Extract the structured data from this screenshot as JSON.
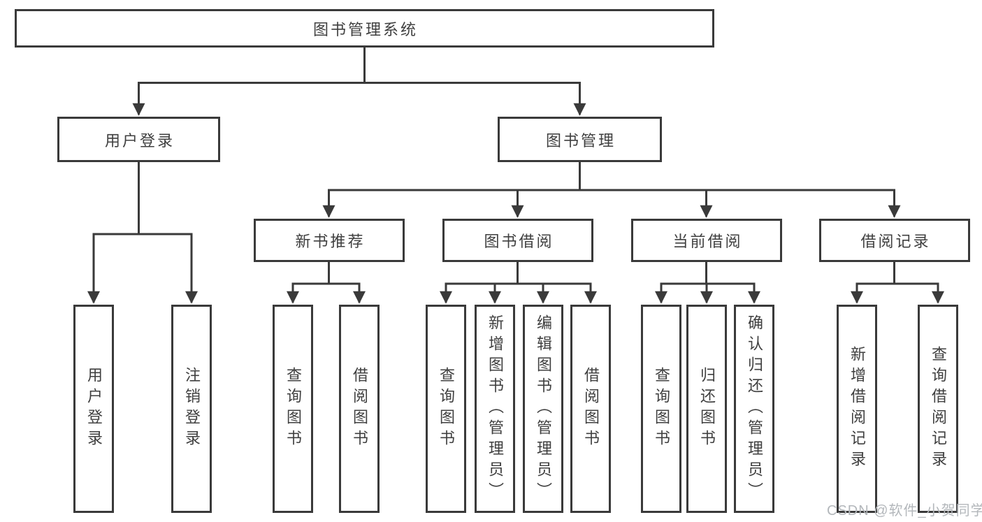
{
  "diagram_type": "hierarchy-tree",
  "colors": {
    "background": "#ffffff",
    "line": "#3a3a3a",
    "box_border": "#3a3a3a",
    "text": "#3f3f3f",
    "watermark_text": "#b3b7bb"
  },
  "tree": {
    "root": {
      "label": "图书管理系统"
    },
    "branches": [
      {
        "label": "用户登录",
        "children": [
          {
            "label": "用户登录"
          },
          {
            "label": "注销登录"
          }
        ]
      },
      {
        "label": "图书管理",
        "sections": [
          {
            "label": "新书推荐",
            "children": [
              {
                "label": "查询图书"
              },
              {
                "label": "借阅图书"
              }
            ]
          },
          {
            "label": "图书借阅",
            "children": [
              {
                "label": "查询图书"
              },
              {
                "label": "新增图书（管理员）"
              },
              {
                "label": "编辑图书（管理员）"
              },
              {
                "label": "借阅图书"
              }
            ]
          },
          {
            "label": "当前借阅",
            "children": [
              {
                "label": "查询图书"
              },
              {
                "label": "归还图书"
              },
              {
                "label": "确认归还（管理员）"
              }
            ]
          },
          {
            "label": "借阅记录",
            "children": [
              {
                "label": "新增借阅记录"
              },
              {
                "label": "查询借阅记录"
              }
            ]
          }
        ]
      }
    ]
  },
  "watermark": "CSDN @软件_小贺同学"
}
